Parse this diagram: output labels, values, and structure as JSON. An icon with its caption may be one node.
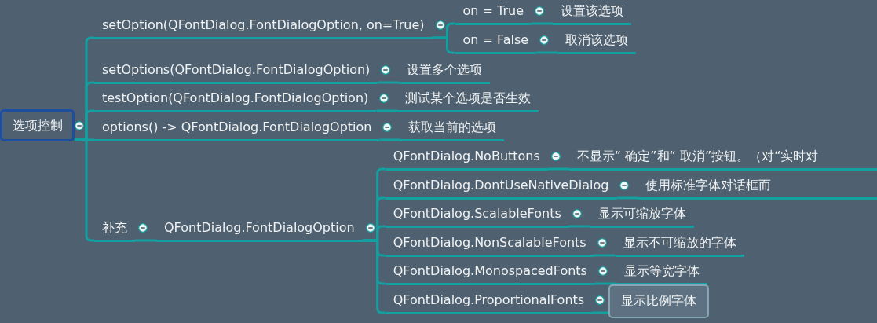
{
  "diagram": {
    "nodes": [
      {
        "text": [
          "选项控制"
        ]
      },
      {
        "text": [
          "setOption(QFontDialog.FontDialogOption, on=True)"
        ]
      },
      {
        "text": [
          "on = True"
        ]
      },
      {
        "text": [
          "设置该选项"
        ]
      },
      {
        "text": [
          "on = False"
        ]
      },
      {
        "text": [
          "取消该选项"
        ]
      },
      {
        "text": [
          "setOptions(QFontDialog.FontDialogOption)"
        ]
      },
      {
        "text": [
          "设置多个选项"
        ]
      },
      {
        "text": [
          "testOption(QFontDialog.FontDialogOption)"
        ]
      },
      {
        "text": [
          "测试某个选项是否生效"
        ]
      },
      {
        "text": [
          "options() -> QFontDialog.FontDialogOption"
        ]
      },
      {
        "text": [
          "获取当前的选项"
        ]
      },
      {
        "text": [
          "补充"
        ]
      },
      {
        "text": [
          "QFontDialog.FontDialogOption"
        ]
      },
      {
        "text": [
          "QFontDialog.NoButtons"
        ]
      },
      {
        "text": [
          "不显示“ 确定”和“ 取消”按钮。（对“实时对"
        ]
      },
      {
        "text": [
          "QFontDialog.DontUseNativeDialog"
        ]
      },
      {
        "text": [
          "使用标准字体对话框而"
        ]
      },
      {
        "text": [
          "QFontDialog.ScalableFonts"
        ]
      },
      {
        "text": [
          "显示可缩放字体"
        ]
      },
      {
        "text": [
          "QFontDialog.NonScalableFonts"
        ]
      },
      {
        "text": [
          "显示不可缩放的字体"
        ]
      },
      {
        "text": [
          "QFontDialog.MonospacedFonts"
        ]
      },
      {
        "text": [
          "显示等宽字体"
        ]
      },
      {
        "text": [
          "QFontDialog.ProportionalFonts"
        ]
      },
      {
        "text": [
          "显示比例字体"
        ]
      }
    ],
    "edges": [
      {
        "from": 0,
        "to": 1,
        "arrow": "none"
      },
      {
        "from": 1,
        "to": 2,
        "arrow": "none"
      },
      {
        "from": 2,
        "to": 3,
        "arrow": "none"
      },
      {
        "from": 1,
        "to": 4,
        "arrow": "none"
      },
      {
        "from": 4,
        "to": 5,
        "arrow": "none"
      },
      {
        "from": 0,
        "to": 6,
        "arrow": "none"
      },
      {
        "from": 6,
        "to": 7,
        "arrow": "none"
      },
      {
        "from": 0,
        "to": 8,
        "arrow": "none"
      },
      {
        "from": 8,
        "to": 9,
        "arrow": "none"
      },
      {
        "from": 0,
        "to": 10,
        "arrow": "none"
      },
      {
        "from": 10,
        "to": 11,
        "arrow": "none"
      },
      {
        "from": 0,
        "to": 12,
        "arrow": "none"
      },
      {
        "from": 12,
        "to": 13,
        "arrow": "none"
      },
      {
        "from": 13,
        "to": 14,
        "arrow": "none"
      },
      {
        "from": 14,
        "to": 15,
        "arrow": "none"
      },
      {
        "from": 13,
        "to": 16,
        "arrow": "none"
      },
      {
        "from": 16,
        "to": 17,
        "arrow": "none"
      },
      {
        "from": 13,
        "to": 18,
        "arrow": "none"
      },
      {
        "from": 18,
        "to": 19,
        "arrow": "none"
      },
      {
        "from": 13,
        "to": 20,
        "arrow": "none"
      },
      {
        "from": 20,
        "to": 21,
        "arrow": "none"
      },
      {
        "from": 13,
        "to": 22,
        "arrow": "none"
      },
      {
        "from": 22,
        "to": 23,
        "arrow": "none"
      },
      {
        "from": 13,
        "to": 24,
        "arrow": "none"
      },
      {
        "from": 24,
        "to": 25,
        "arrow": "none"
      }
    ]
  }
}
